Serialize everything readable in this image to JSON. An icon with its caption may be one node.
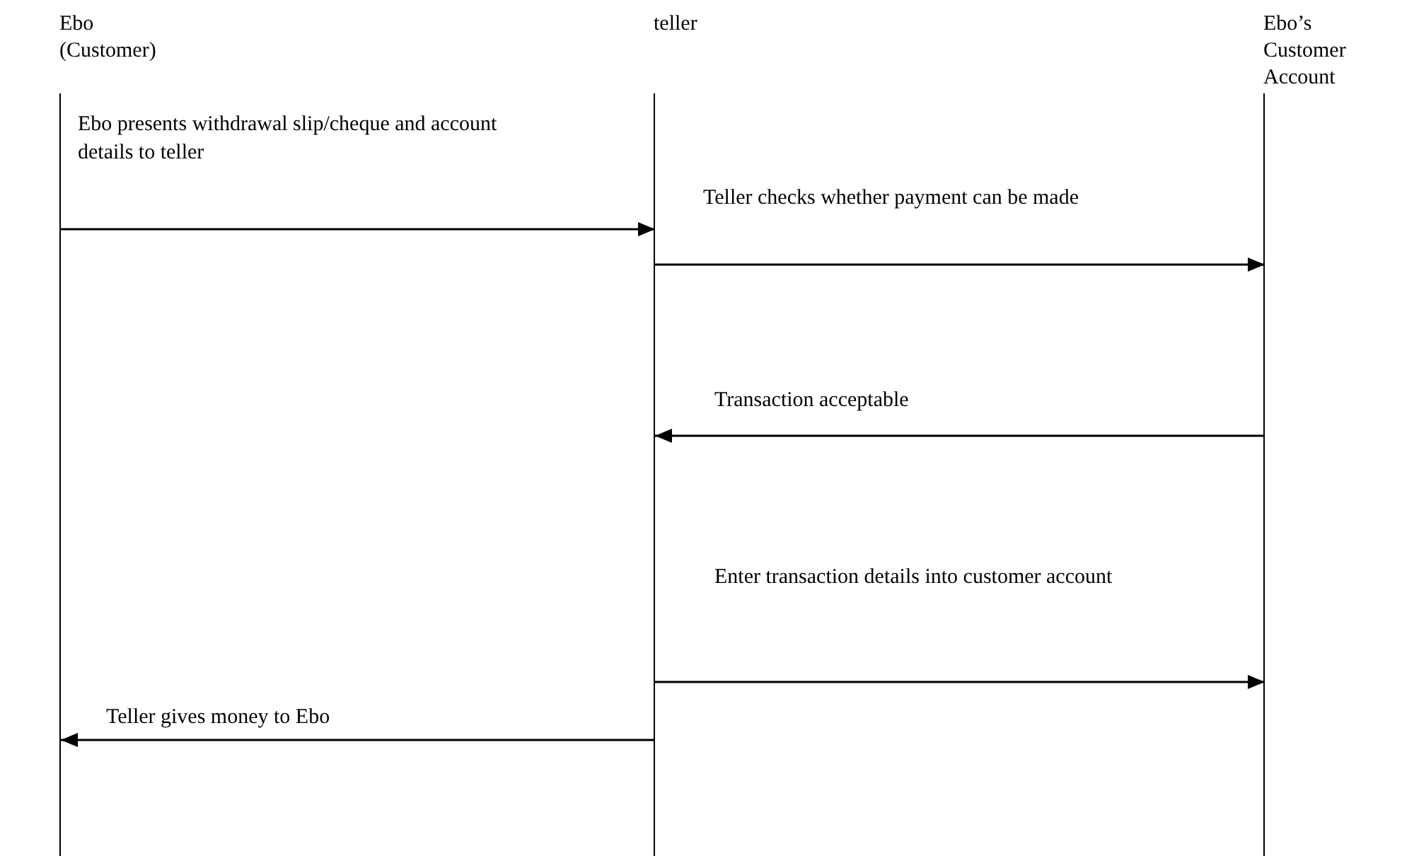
{
  "diagram": {
    "nodes": [
      {
        "text": [
          "Ebo (Customer)"
        ]
      },
      {
        "text": [
          "teller"
        ]
      },
      {
        "text": [
          "Ebo’s Customer Account"
        ]
      }
    ],
    "edges": [
      {
        "from": 0,
        "to": 1,
        "arrow": "to",
        "label": "Ebo presents withdrawal slip/cheque and account details to teller"
      },
      {
        "from": 1,
        "to": 2,
        "arrow": "to",
        "label": "Teller checks whether payment can be made"
      },
      {
        "from": 2,
        "to": 1,
        "arrow": "to",
        "label": "Transaction acceptable"
      },
      {
        "from": 1,
        "to": 2,
        "arrow": "to",
        "label": "Enter transaction details into customer account"
      },
      {
        "from": 1,
        "to": 0,
        "arrow": "to",
        "label": "Teller gives money to Ebo"
      }
    ]
  }
}
